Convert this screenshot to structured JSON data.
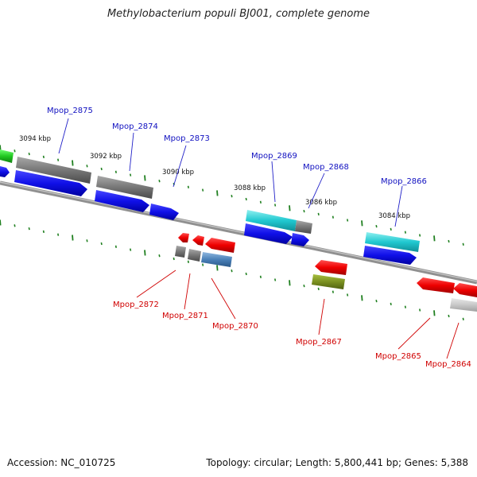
{
  "title": "Methylobacterium populi BJ001, complete genome",
  "accession": "Accession: NC_010725",
  "summary": "Topology: circular; Length: 5,800,441 bp; Genes: 5,388",
  "colors": {
    "forward_label": "#1010c0",
    "reverse_label": "#d00000",
    "tick": "#208020",
    "backbone": "#808080"
  },
  "scale_labels": [
    "3094 kbp",
    "3092 kbp",
    "3090 kbp",
    "3088 kbp",
    "3086 kbp",
    "3084 kbp"
  ],
  "forward_genes": [
    "Mpop_2875",
    "Mpop_2874",
    "Mpop_2873",
    "Mpop_2869",
    "Mpop_2868",
    "Mpop_2866"
  ],
  "reverse_genes": [
    "Mpop_2872",
    "Mpop_2871",
    "Mpop_2870",
    "Mpop_2867",
    "Mpop_2865",
    "Mpop_2864"
  ]
}
